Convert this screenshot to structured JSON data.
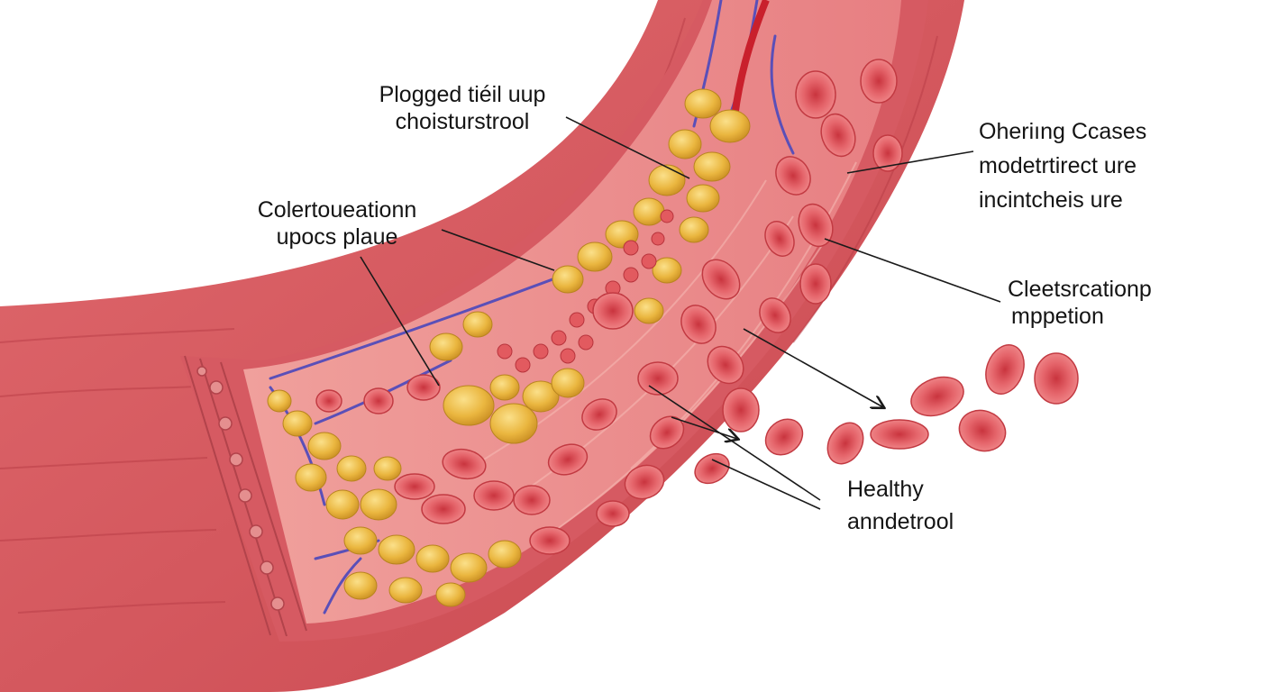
{
  "labels": {
    "plugged_buildup": {
      "line1": "Plogged tiéil uup",
      "line2": "choisturstrool"
    },
    "cholesterol_plaque": {
      "line1": "Colertoueationn",
      "line2": "upocs plaue"
    },
    "ohering_cases": {
      "line1": "Oheriıng Ccases",
      "line2": "modetrtirect ure",
      "line3": "incintcheis ure"
    },
    "cleetsrcation": {
      "line1": "Cleetsrcationp",
      "line2": "mppetion"
    },
    "healthy": {
      "line1": "Healthy",
      "line2": "anndetrool"
    }
  },
  "colors": {
    "vessel_wall": "#d9575f",
    "vessel_inner": "#e98a8c",
    "lumen": "#f2a7a3",
    "plaque": "#e8b43e",
    "red_cell": "#e05a62",
    "vein": "#5a4fb8",
    "leader_line": "#1a1a1a"
  }
}
